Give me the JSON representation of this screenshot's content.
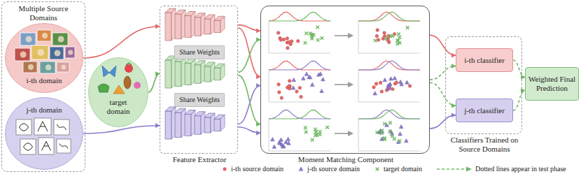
{
  "diagram": {
    "nodes": [
      {
        "text": [
          "Multiple Source Domains"
        ]
      },
      {
        "text": [
          "i-th domain"
        ],
        "in": 0
      },
      {
        "text": [
          "j-th domain"
        ],
        "in": 0
      },
      {
        "text": [
          "target domain"
        ]
      },
      {
        "text": [
          "Feature Extractor"
        ]
      },
      {
        "text": [
          "Share Weights"
        ],
        "in": 4
      },
      {
        "text": [
          "Share Weights"
        ],
        "in": 4
      },
      {
        "text": [
          "Moment Matching Component"
        ]
      },
      {
        "text": [
          "Classifiers Trained on Source Domains"
        ]
      },
      {
        "text": [
          "i-th classifier"
        ],
        "in": 8
      },
      {
        "text": [
          "j-th classifier"
        ],
        "in": 8
      },
      {
        "text": [
          "Weighted Final Prediction"
        ]
      }
    ],
    "edges": [
      {
        "from": 1,
        "to": 4,
        "arrow": "to"
      },
      {
        "from": 3,
        "to": 4,
        "arrow": "to"
      },
      {
        "from": 2,
        "to": 4,
        "arrow": "to"
      },
      {
        "from": 4,
        "to": 7,
        "arrow": "to"
      },
      {
        "from": 4,
        "to": 7,
        "arrow": "to"
      },
      {
        "from": 4,
        "to": 7,
        "arrow": "to"
      },
      {
        "from": 4,
        "to": 7,
        "arrow": "to"
      },
      {
        "from": 4,
        "to": 7,
        "arrow": "to"
      },
      {
        "from": 4,
        "to": 7,
        "arrow": "to"
      },
      {
        "from": 7,
        "to": 9,
        "arrow": "to"
      },
      {
        "from": 7,
        "to": 10,
        "arrow": "to"
      },
      {
        "from": 7,
        "to": 9,
        "arrow": "to"
      },
      {
        "from": 7,
        "to": 10,
        "arrow": "to"
      },
      {
        "from": 9,
        "to": 11,
        "arrow": "to"
      },
      {
        "from": 10,
        "to": 11,
        "arrow": "to"
      }
    ],
    "legend": [
      {
        "text": "i-th source domain"
      },
      {
        "text": "j-th source domain"
      },
      {
        "text": "target domain"
      },
      {
        "text": "Dotted lines appear in test phase"
      }
    ]
  }
}
